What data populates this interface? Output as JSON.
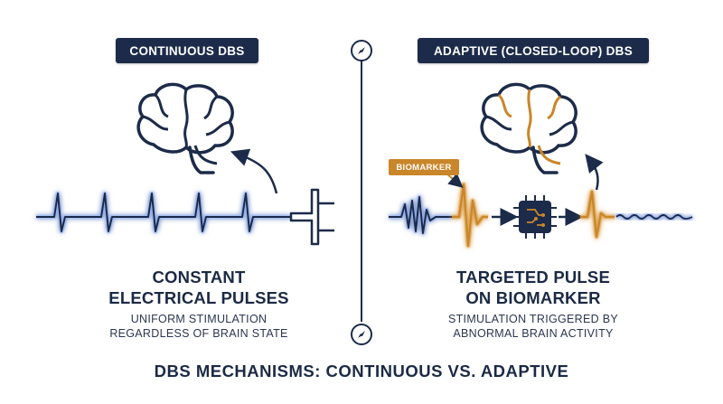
{
  "left_panel": {
    "badge": "CONTINUOUS DBS",
    "heading_line1": "CONSTANT",
    "heading_line2": "ELECTRICAL PULSES",
    "sub_line1": "UNIFORM STIMULATION",
    "sub_line2": "REGARDLESS OF BRAIN STATE"
  },
  "right_panel": {
    "badge": "ADAPTIVE (CLOSED-LOOP) DBS",
    "biomarker_tag": "BIOMARKER",
    "heading_line1": "TARGETED PULSE",
    "heading_line2": "ON BIOMARKER",
    "sub_line1": "STIMULATION TRIGGERED BY",
    "sub_line2": "ABNORMAL BRAIN ACTIVITY"
  },
  "footer": {
    "title": "DBS MECHANISMS: CONTINUOUS VS. ADAPTIVE"
  },
  "icons": {
    "divider_top": "compass-icon",
    "divider_bottom": "compass-icon",
    "left_brain": "brain-icon",
    "right_brain": "brain-icon",
    "electrode": "electrode-icon",
    "chip": "microchip-icon"
  },
  "colors": {
    "navy": "#1c2b49",
    "accent_orange": "#c9862a",
    "glow_blue": "#8fb4ff"
  }
}
